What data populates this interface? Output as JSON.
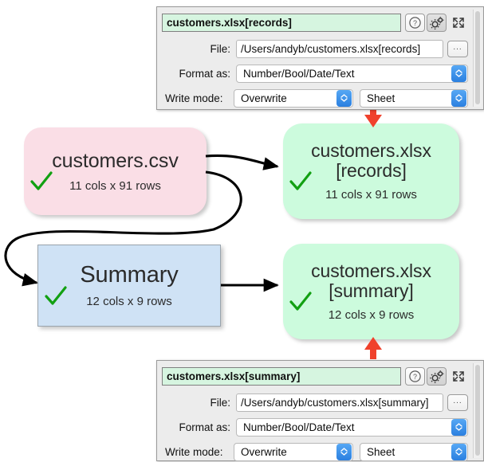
{
  "app": {
    "title": "Easy Data Transform - job graph with write-mode property panels"
  },
  "panels": [
    {
      "id": "records",
      "name_field": "customers.xlsx[records]",
      "buttons": {
        "help": "?",
        "settings": "gears-icon",
        "expand": "expand-icon",
        "browse": "..."
      },
      "rows": {
        "file_label": "File:",
        "file_value": "/Users/andyb/customers.xlsx[records]",
        "format_label": "Format as:",
        "format_value": "Number/Bool/Date/Text",
        "write_label": "Write mode:",
        "write_value": "Overwrite",
        "sheet_value": "Sheet"
      }
    },
    {
      "id": "summary",
      "name_field": "customers.xlsx[summary]",
      "buttons": {
        "help": "?",
        "settings": "gears-icon",
        "expand": "expand-icon",
        "browse": "..."
      },
      "rows": {
        "file_label": "File:",
        "file_value": "/Users/andyb/customers.xlsx[summary]",
        "format_label": "Format as:",
        "format_value": "Number/Bool/Date/Text",
        "write_label": "Write mode:",
        "write_value": "Overwrite",
        "sheet_value": "Sheet"
      }
    }
  ],
  "graph": {
    "nodes": [
      {
        "id": "customers-csv",
        "title": "customers.csv",
        "subtitle": "11 cols x 91 rows",
        "color": "#fadee6",
        "shape": "rounded",
        "status": "ok"
      },
      {
        "id": "customers-xlsx-records",
        "title_line1": "customers.xlsx",
        "title_line2": "[records]",
        "subtitle": "11 cols x 91 rows",
        "color": "#ccfbdd",
        "shape": "rounded",
        "status": "ok"
      },
      {
        "id": "summary",
        "title": "Summary",
        "subtitle": "12 cols x 9 rows",
        "color": "#cfe2f5",
        "shape": "rect",
        "status": "ok"
      },
      {
        "id": "customers-xlsx-summary",
        "title_line1": "customers.xlsx",
        "title_line2": "[summary]",
        "subtitle": "12 cols x 9 rows",
        "color": "#ccfbdd",
        "shape": "rounded",
        "status": "ok"
      }
    ],
    "edges": [
      {
        "from": "customers-csv",
        "to": "customers-xlsx-records",
        "style": "curve"
      },
      {
        "from": "customers-csv",
        "to": "summary",
        "style": "loop-left"
      },
      {
        "from": "summary",
        "to": "customers-xlsx-summary",
        "style": "straight"
      }
    ]
  },
  "annotations": {
    "highlight_color": "#ee3224",
    "ellipse_top_target": "Write mode: Overwrite / Sheet",
    "ellipse_bottom_target": "Write mode: Overwrite / Sheet",
    "arrow_top_direction": "down",
    "arrow_bottom_direction": "up",
    "check_color": "#12a012"
  }
}
